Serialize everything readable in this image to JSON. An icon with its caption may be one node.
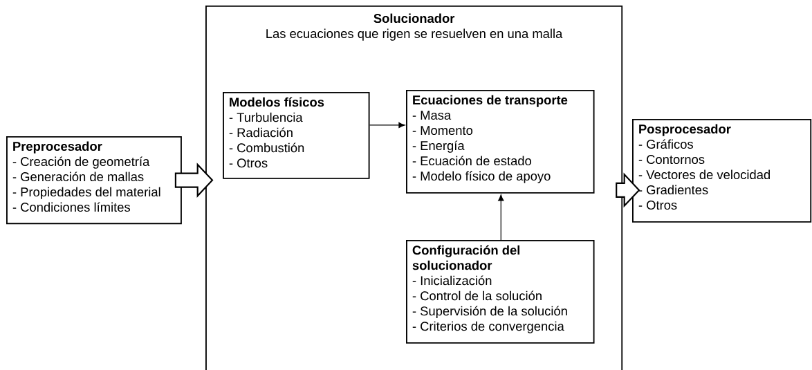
{
  "diagram": {
    "nodes": [
      {
        "text": [
          "Solucionador",
          "Las ecuaciones que rigen se resuelven en una malla"
        ]
      },
      {
        "text": [
          "Preprocesador",
          "- Creación de geometría",
          "- Generación de mallas",
          "- Propiedades del material",
          "- Condiciones límites"
        ]
      },
      {
        "text": [
          "Modelos físicos",
          "- Turbulencia",
          "- Radiación",
          "- Combustión",
          "- Otros"
        ],
        "in": 0
      },
      {
        "text": [
          "Ecuaciones de transporte",
          "- Masa",
          "- Momento",
          "- Energía",
          "- Ecuación de estado",
          "- Modelo físico de apoyo"
        ],
        "in": 0
      },
      {
        "text": [
          "Configuración del solucionador",
          "- Inicialización",
          "- Control de la solución",
          "- Supervisión de la solución",
          "- Criterios de convergencia"
        ],
        "in": 0
      },
      {
        "text": [
          "Posprocesador",
          "- Gráficos",
          "- Contornos",
          "- Vectores de velocidad",
          "- Gradientes",
          "- Otros"
        ]
      }
    ],
    "edges": [
      {
        "from": 1,
        "to": 0,
        "arrow": "to",
        "style": "thick"
      },
      {
        "from": 2,
        "to": 3,
        "arrow": "to"
      },
      {
        "from": 4,
        "to": 3,
        "arrow": "to"
      },
      {
        "from": 0,
        "to": 5,
        "arrow": "to",
        "style": "thick"
      }
    ]
  }
}
